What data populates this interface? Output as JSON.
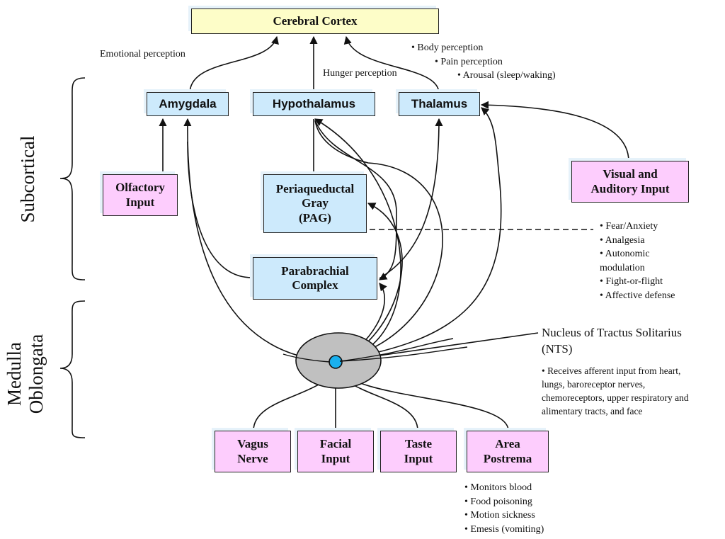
{
  "diagram": {
    "nodes": {
      "cerebral_cortex": "Cerebral Cortex",
      "amygdala": "Amygdala",
      "hypothalamus": "Hypothalamus",
      "thalamus": "Thalamus",
      "olfactory": "Olfactory\nInput",
      "pag": "Periaqueductal\nGray\n(PAG)",
      "visual_auditory": "Visual and\nAuditory Input",
      "parabrachial": "Parabrachial\nComplex",
      "vagus": "Vagus\nNerve",
      "facial": "Facial\nInput",
      "taste": "Taste\nInput",
      "area_postrema": "Area\nPostrema"
    },
    "edge_labels": {
      "emotional": "Emotional perception",
      "hunger": "Hunger perception"
    },
    "thalamus_functions": [
      "• Body perception",
      "• Pain perception",
      "• Arousal (sleep/waking)"
    ],
    "pag_functions": [
      "• Fear/Anxiety",
      "• Analgesia",
      "• Autonomic",
      "modulation",
      "• Fight-or-flight",
      "• Affective  defense"
    ],
    "nts": {
      "title": "Nucleus of Tractus Solitarius",
      "abbrev": "(NTS)",
      "description": [
        "• Receives  afferent  input from heart,",
        "lungs, baroreceptor  nerves,",
        "chemoreceptors,  upper respiratory  and",
        "alimentary tracts, and face"
      ]
    },
    "area_postrema_functions": [
      "• Monitors blood",
      "• Food poisoning",
      "• Motion sickness",
      "• Emesis (vomiting)"
    ],
    "regions": {
      "subcortical": "Subcortical",
      "medulla": "Medulla\nOblongata"
    },
    "colors": {
      "cortex_fill": "#fdfdc8",
      "structure_fill": "#cdeafc",
      "input_fill": "#fdcdfd",
      "nts_ellipse": "#c0c0c0",
      "nts_core": "#1ab0ee"
    }
  }
}
